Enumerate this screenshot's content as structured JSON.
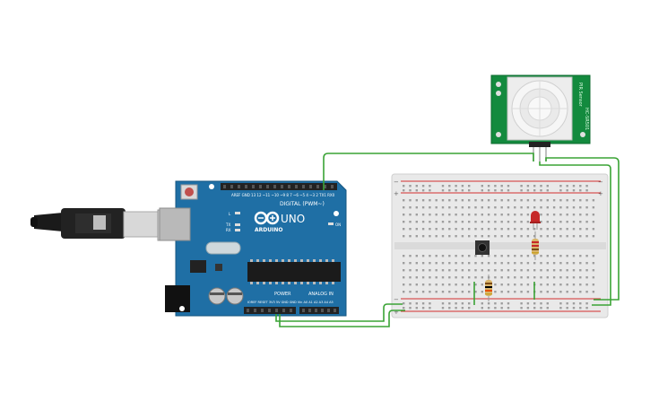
{
  "arduino": {
    "brand": "ARDUINO",
    "model": "UNO",
    "digital_label": "DIGITAL (PWM~)",
    "power_label": "POWER",
    "analog_label": "ANALOG IN",
    "on_label": "ON",
    "led_l": "L",
    "led_tx": "TX",
    "led_rx": "RX"
  },
  "pir": {
    "brand": "PIR Sensor",
    "model": "HC-SR501"
  },
  "breadboard": {
    "rail_plus": "+",
    "rail_minus": "−"
  },
  "colors": {
    "wire": "#3aa335",
    "board": "#1f6fa5",
    "pir_pcb": "#138a3e",
    "breadboard": "#e9e9e9",
    "rail_red": "#d32f2f",
    "led_red": "#c62828"
  },
  "icons": [
    "usb-cable-icon",
    "reset-button-icon",
    "arduino-logo-icon",
    "pir-dome-icon",
    "pushbutton-icon",
    "led-icon",
    "resistor-icon"
  ]
}
